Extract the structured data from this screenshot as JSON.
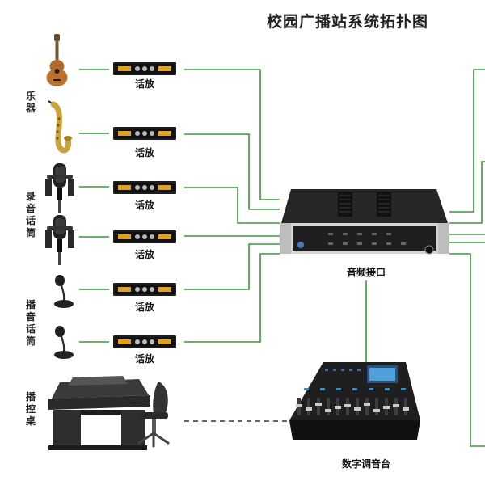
{
  "title": "校园广播站系统拓扑图",
  "groups": [
    "乐器",
    "录音话筒",
    "播音话筒",
    "播控桌"
  ],
  "amp_label": "话放",
  "interface_label": "音频接口",
  "mixer_label": "数字调音台",
  "colors": {
    "line": "#3a9a3a",
    "dashed": "#333333",
    "device": "#1c1c1c",
    "amber": "#e0a020"
  },
  "icons": [
    "guitar-icon",
    "saxophone-icon",
    "condenser-mic-icon",
    "desk-mic-icon",
    "studio-desk-icon",
    "office-chair-icon",
    "audio-interface-icon",
    "digital-mixer-icon",
    "preamp-icon"
  ]
}
